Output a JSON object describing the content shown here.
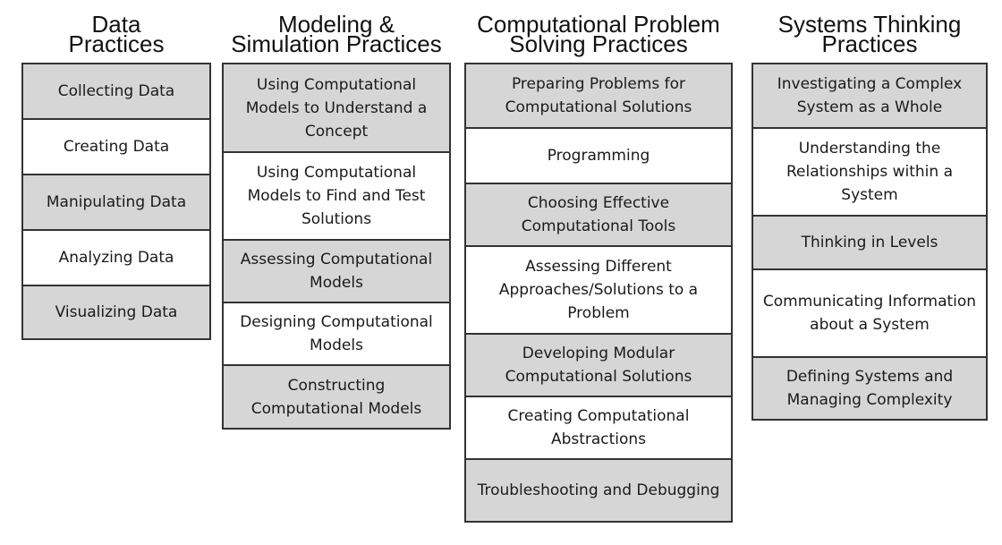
{
  "columns": [
    {
      "title_lines": [
        "Data",
        "Practices"
      ],
      "items": [
        {
          "label": "Collecting Data",
          "shaded": true
        },
        {
          "label": "Creating Data",
          "shaded": false
        },
        {
          "label": "Manipulating Data",
          "shaded": true
        },
        {
          "label": "Analyzing Data",
          "shaded": false
        },
        {
          "label": "Visualizing Data",
          "shaded": true
        }
      ]
    },
    {
      "title_lines": [
        "Modeling &",
        "Simulation Practices"
      ],
      "items": [
        {
          "label": "Using Computational Models to Understand a Concept",
          "shaded": true
        },
        {
          "label": "Using Computational Models to Find and Test Solutions",
          "shaded": false
        },
        {
          "label": "Assessing Computational Models",
          "shaded": true
        },
        {
          "label": "Designing Computational Models",
          "shaded": false
        },
        {
          "label": "Constructing Computational Models",
          "shaded": true
        }
      ]
    },
    {
      "title_lines": [
        "Computational Problem",
        "Solving Practices"
      ],
      "items": [
        {
          "label": "Preparing Problems for Computational Solutions",
          "shaded": true
        },
        {
          "label": "Programming",
          "shaded": false
        },
        {
          "label": "Choosing Effective Computational Tools",
          "shaded": true
        },
        {
          "label": "Assessing Different Approaches/Solutions to a Problem",
          "shaded": false
        },
        {
          "label": "Developing Modular Computational Solutions",
          "shaded": true
        },
        {
          "label": "Creating Computational Abstractions",
          "shaded": false
        },
        {
          "label": "Troubleshooting and Debugging",
          "shaded": true
        }
      ]
    },
    {
      "title_lines": [
        "Systems Thinking",
        "Practices"
      ],
      "items": [
        {
          "label": "Investigating a Complex System as a Whole",
          "shaded": true
        },
        {
          "label": "Understanding the Relationships within a System",
          "shaded": false
        },
        {
          "label": "Thinking in Levels",
          "shaded": true
        },
        {
          "label": "Communicating Information about a System",
          "shaded": false
        },
        {
          "label": "Defining Systems and Managing Complexity",
          "shaded": true
        }
      ]
    }
  ],
  "colors": {
    "shaded_fill": "#d6d6d6",
    "plain_fill": "#ffffff",
    "border": "#333333"
  }
}
